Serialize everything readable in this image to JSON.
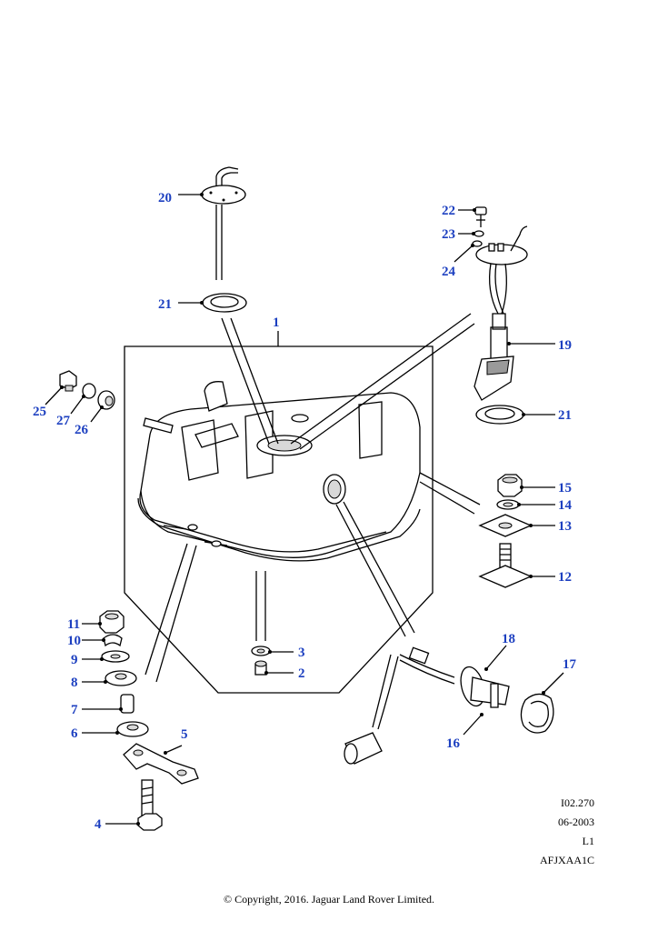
{
  "callouts": {
    "c1": "1",
    "c2": "2",
    "c3": "3",
    "c4": "4",
    "c5": "5",
    "c6": "6",
    "c7": "7",
    "c8": "8",
    "c9": "9",
    "c10": "10",
    "c11": "11",
    "c12": "12",
    "c13": "13",
    "c14": "14",
    "c15": "15",
    "c16": "16",
    "c17": "17",
    "c18": "18",
    "c19": "19",
    "c20": "20",
    "c21a": "21",
    "c21b": "21",
    "c22": "22",
    "c23": "23",
    "c24": "24",
    "c25": "25",
    "c26": "26",
    "c27": "27"
  },
  "reference": {
    "illustration_id": "I02.270",
    "date": "06-2003",
    "level": "L1",
    "code": "AFJXAA1C"
  },
  "footer": {
    "copyright": "© Copyright, 2016. Jaguar Land Rover Limited."
  },
  "colors": {
    "callout": "#1c3fc0",
    "line": "#000000",
    "background": "#ffffff"
  }
}
